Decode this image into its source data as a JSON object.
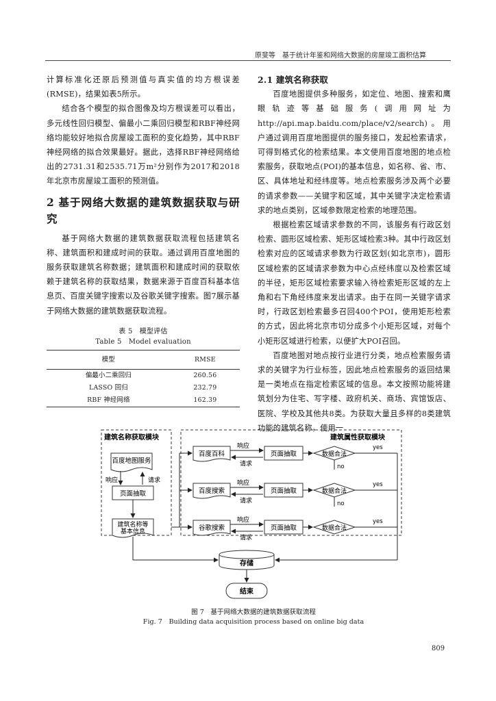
{
  "header": {
    "text": "原斐等　基于统计年鉴和网络大数据的房屋竣工面积估算"
  },
  "left_column": {
    "p1": "计算标准化还原后预测值与真实值的均方根误差(RMSE)，结果如表5所示。",
    "p2": "结合各个模型的拟合图像及均方根误差可以看出，多元线性回归模型、偏最小二乘回归模型和RBF神经网络均能较好地拟合房屋竣工面积的变化趋势，其中RBF神经网络的拟合效果最好。据此，选择RBF神经网络给出的2731.31和2535.71万m²分别作为2017和2018年北京市房屋竣工面积的预测值。",
    "section_title": "2 基于网络大数据的建筑数据获取与研究",
    "p3": "基于网络大数据的建筑数据获取流程包括建筑名称、建筑面积和建成时间的获取。通过调用百度地图的服务获取建筑名称数据；建筑面积和建成时间的获取依赖于建筑名称的获取结果，数据来源于百度百科基本信息页、百度关键字搜索以及谷歌关键字搜索。图7展示基于网络大数据的建筑数据获取流程。"
  },
  "table5": {
    "caption_cn": "表 5　模型评估",
    "caption_en": "Table 5　Model evaluation",
    "headers": [
      "模型",
      "RMSE"
    ],
    "rows": [
      [
        "偏最小二乘回归",
        "260.56"
      ],
      [
        "LASSO 回归",
        "232.79"
      ],
      [
        "RBF 神经网络",
        "162.39"
      ]
    ]
  },
  "right_column": {
    "subsection_title": "2.1 建筑名称获取",
    "p1": "百度地图提供多种服务，如定位、地图、搜索和鹰眼轨迹等基础服务(调用网址为http://api.map.baidu.com/place/v2/search)。用户通过调用百度地图提供的服务接口，发起检索请求，可得到格式化的检索结果。本文使用百度地图的地点检索服务，获取地点(POI)的基本信息，如名称、省、市、区、具体地址和经纬度等。地点检索服务涉及两个必要的请求参数——关键字和区域，其中关键字决定检索请求的地点类别，区域参数限定检索的地理范围。",
    "p2": "根据检索区域请求参数的不同，该服务有行政区划检索、圆形区域检索、矩形区域检索3种。其中行政区划检索对应的区域请求参数为行政区划(如北京市)，圆形区域检索的区域请求参数为中心点经纬度以及检索区域的半径，矩形区域检索要求输入待检索矩形区域的左上角和右下角经纬度来发出请求。由于在同一关键字请求时，行政区划检索最多召回400个POI，使用矩形检索的方式，因此将北京市切分成多个小矩形区域，对每个小矩形区域进行检索，以便扩大POI召回。",
    "p3": "百度地图对地点按行业进行分类，地点检索服务请求的关键字为行业标签，因此地点检索服务的返回结果是一类地点在指定检索区域的信息。本文按照功能将建筑划分为住宅、写字楼、政府机关、商场、宾馆饭店、医院、学校及其他共8类。为获取大量且多样的8类建筑功能的建筑名称，使用一"
  },
  "figure7": {
    "module_left": "建筑名称获取模块",
    "module_right": "建筑属性获取模块",
    "baidu_map": "百度地图服务",
    "response": "响应",
    "request": "请求",
    "page_parse": "页面抽取",
    "name_info_line1": "建筑名称等",
    "name_info_line2": "基本信息",
    "sources": [
      "百度百科",
      "百度搜索",
      "谷歌搜索"
    ],
    "data_check": "数据合法",
    "yes": "yes",
    "no": "no",
    "storage": "存储",
    "end": "结束",
    "caption_cn": "图 7　基于网络大数据的建筑数据获取流程",
    "caption_en": "Fig. 7　Building data acquisition process based on online big data"
  },
  "page_number": "809"
}
